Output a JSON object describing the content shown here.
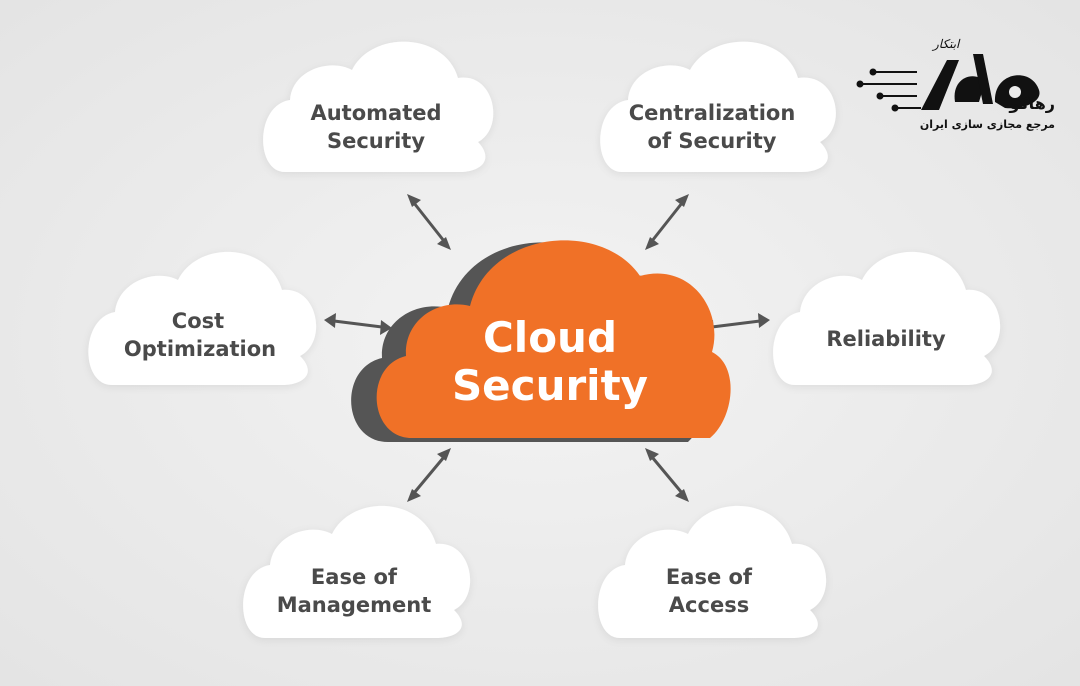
{
  "center": {
    "line1": "Cloud",
    "line2": "Security"
  },
  "nodes": [
    {
      "id": "automated-security",
      "line1": "Automated",
      "line2": "Security"
    },
    {
      "id": "centralization-of-security",
      "line1": "Centralization",
      "line2": "of Security"
    },
    {
      "id": "cost-optimization",
      "line1": "Cost",
      "line2": "Optimization"
    },
    {
      "id": "reliability",
      "line1": "Reliability",
      "line2": ""
    },
    {
      "id": "ease-of-management",
      "line1": "Ease of",
      "line2": "Management"
    },
    {
      "id": "ease-of-access",
      "line1": "Ease of",
      "line2": "Access"
    }
  ],
  "logo": {
    "brand": "رهاکو",
    "tagline": "مرجع مجازی سازی ایران",
    "script": "ابتکار"
  },
  "colors": {
    "background": "#ececec",
    "center_cloud": "#f07127",
    "center_shadow": "#555555",
    "node_cloud": "#ffffff",
    "label_text": "#4a4a4a",
    "arrow": "#555555",
    "logo": "#111111"
  },
  "icons": [
    "double-arrow-icon",
    "cloud-icon",
    "logo-icon"
  ]
}
